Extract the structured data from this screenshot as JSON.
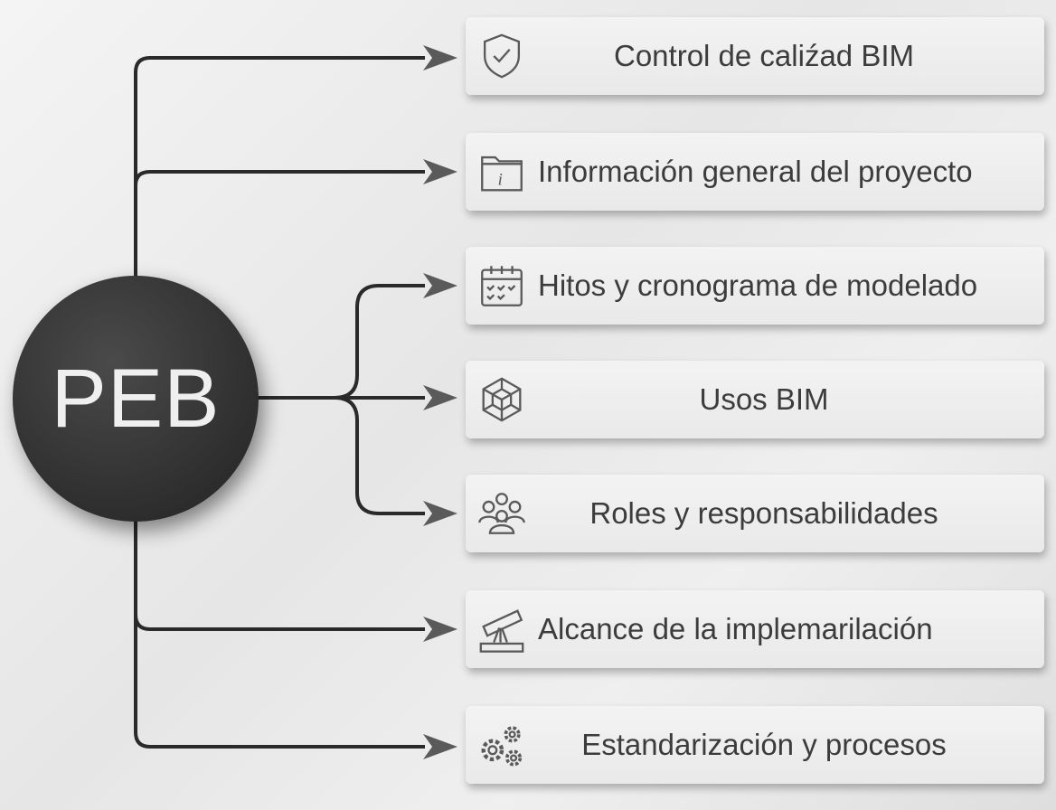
{
  "hub": {
    "label": "PEB"
  },
  "items": [
    {
      "label": "Control de caliźad BIM",
      "icon": "shield-check-icon"
    },
    {
      "label": "Información general del proyecto",
      "icon": "folder-info-icon"
    },
    {
      "label": "Hitos y cronograma de modelado",
      "icon": "calendar-icon"
    },
    {
      "label": "Usos BIM",
      "icon": "cube-network-icon"
    },
    {
      "label": "Roles y responsabilidades",
      "icon": "people-group-icon"
    },
    {
      "label": "Alcance de la implemarilación",
      "icon": "telescope-icon"
    },
    {
      "label": "Estandarización y procesos",
      "icon": "gears-icon"
    }
  ]
}
